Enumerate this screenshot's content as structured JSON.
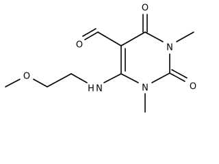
{
  "molecule": {
    "atom_labels": {
      "o_ether": "O",
      "n_amine": "N",
      "h_amine": "H",
      "o_aldehyde": "O",
      "o_c4": "O",
      "n_1": "N",
      "n_3": "N",
      "o_c2": "O"
    }
  }
}
